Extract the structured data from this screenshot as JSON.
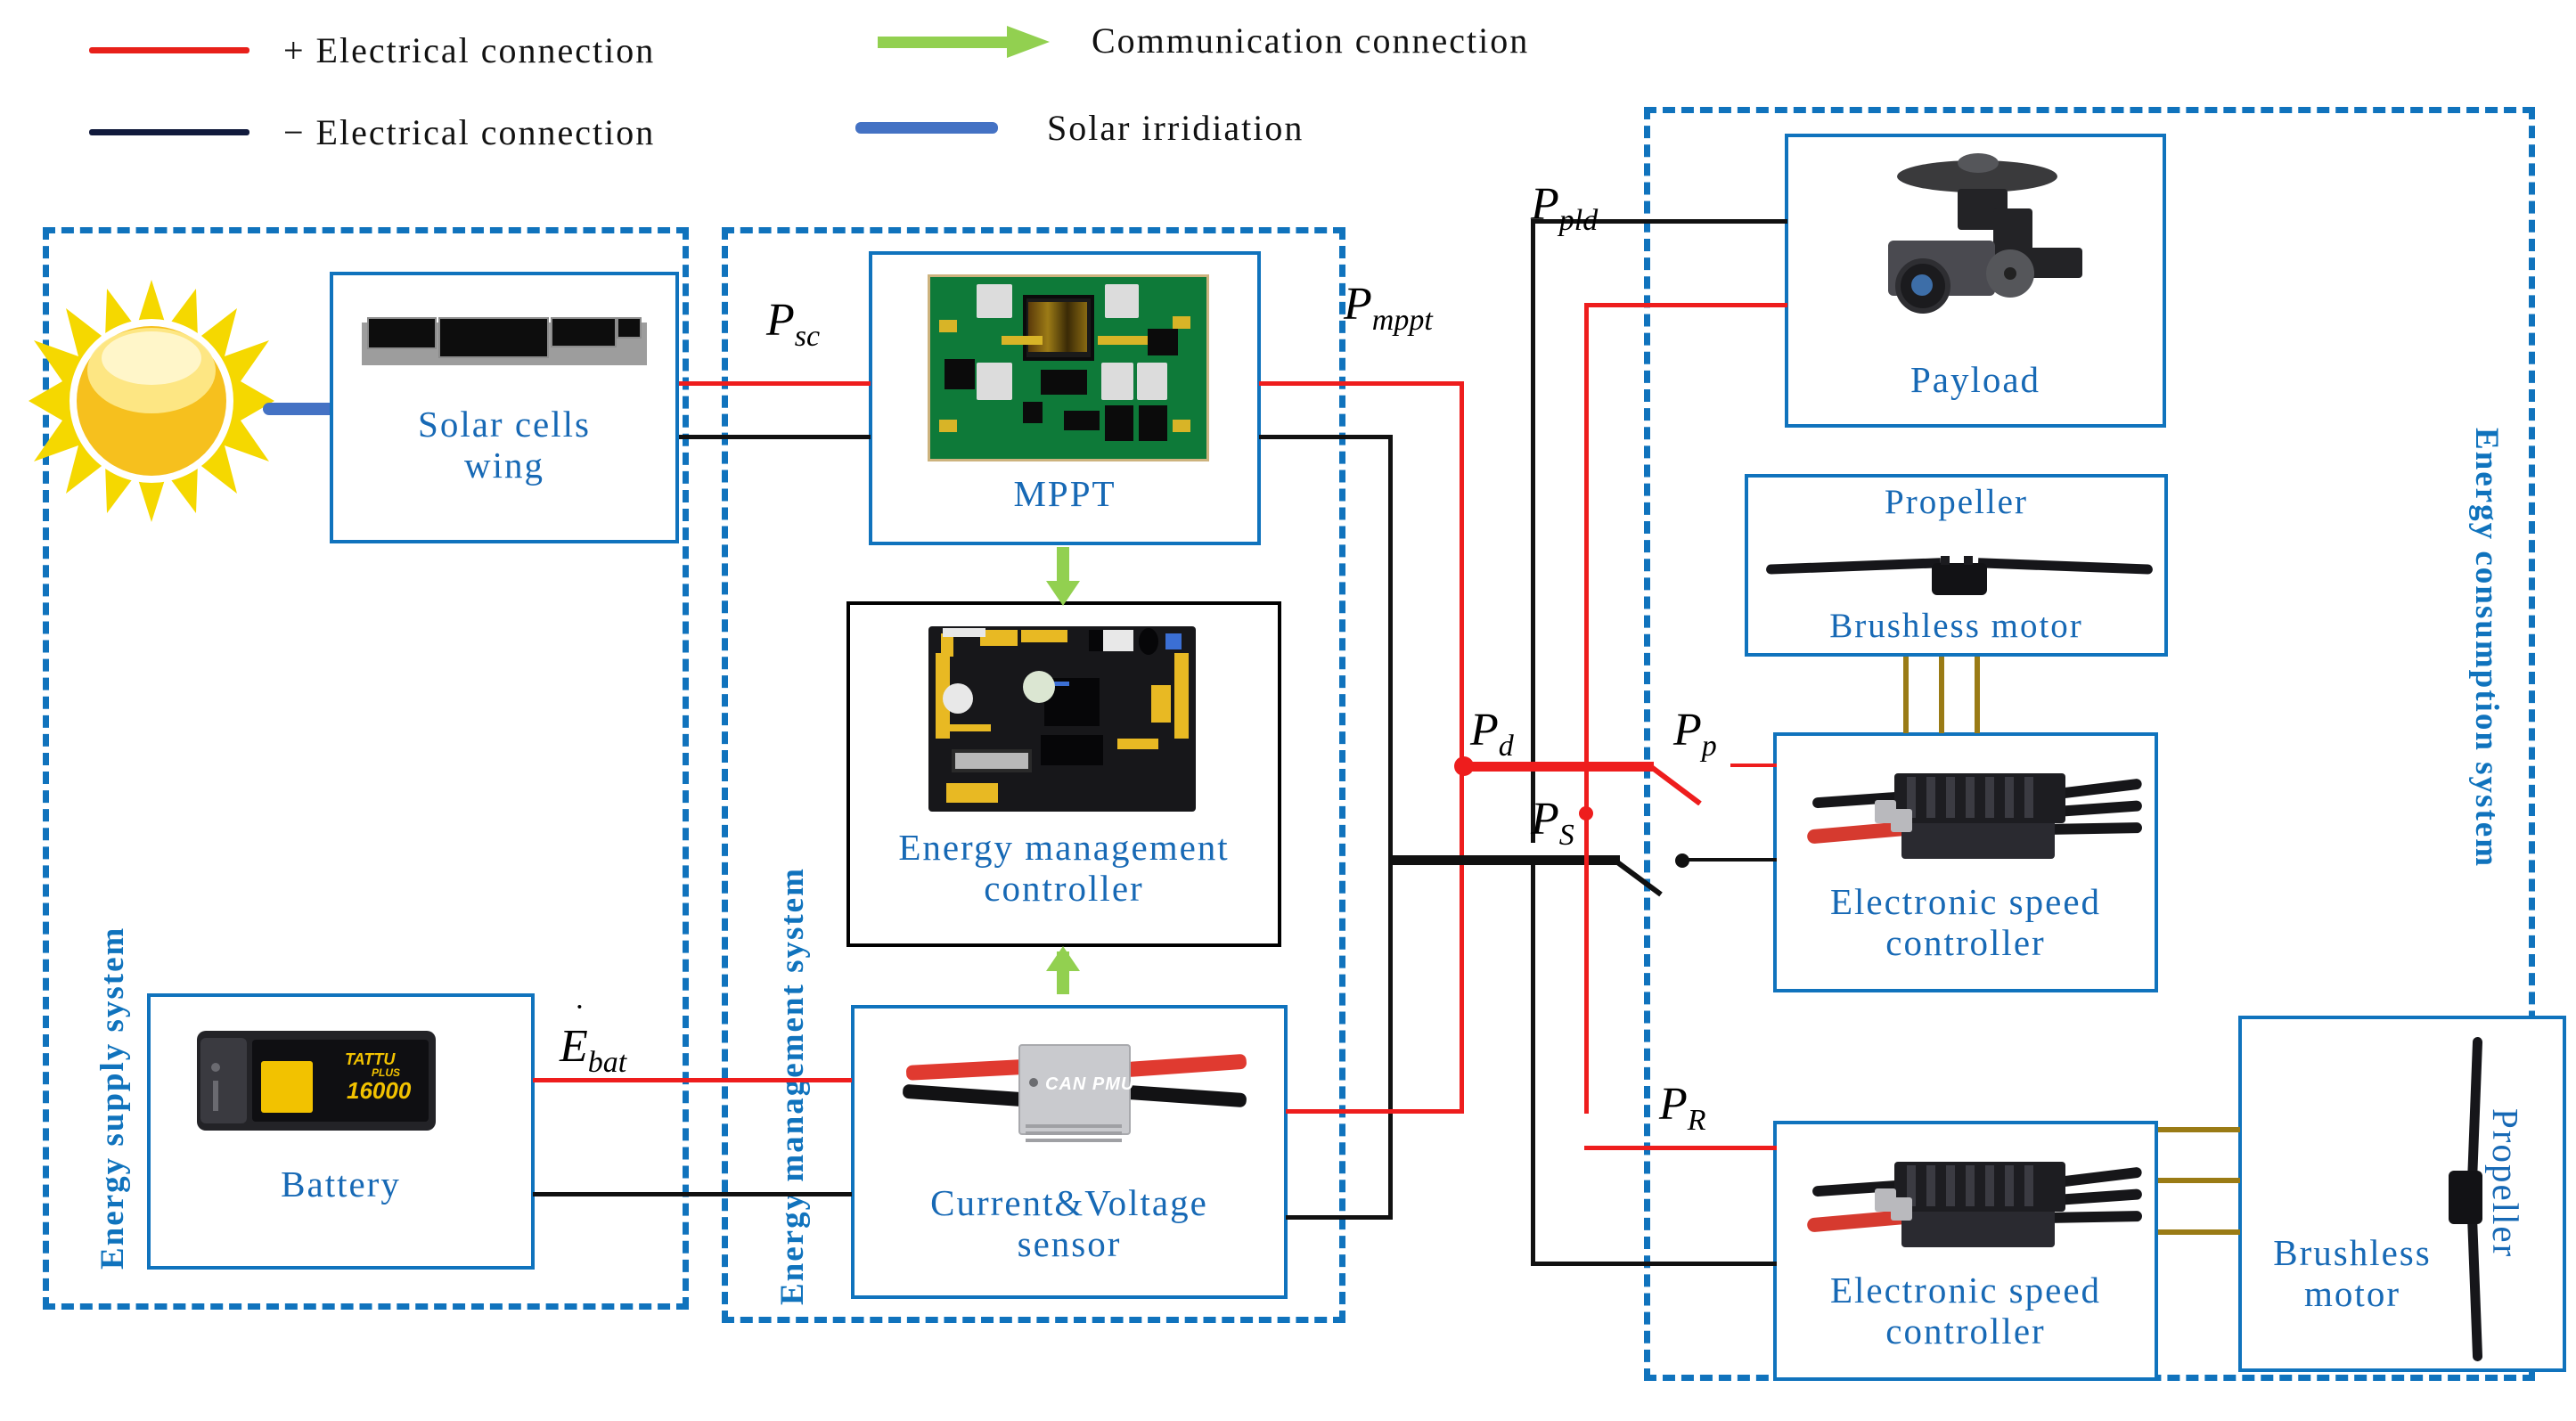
{
  "legend": {
    "items": [
      {
        "icon": "red-line-icon",
        "label": "+ Electrical connection"
      },
      {
        "icon": "green-arrow-icon",
        "label": "Communication connection"
      },
      {
        "icon": "black-line-icon",
        "label": "− Electrical connection"
      },
      {
        "icon": "blue-line-icon",
        "label": "Solar irridiation"
      }
    ]
  },
  "systems": {
    "supply": "Energy supply system",
    "management": "Energy management system",
    "consumption": "Energy consumption system"
  },
  "components": {
    "solar_cells_wing": "Solar cells\nwing",
    "mppt": "MPPT",
    "energy_management_controller": "Energy management\ncontroller",
    "battery": "Battery",
    "current_voltage_sensor": "Current&Voltage\nsensor",
    "payload": "Payload",
    "propeller_top": "Propeller",
    "brushless_motor_top": "Brushless motor",
    "esc_upper": "Electronic speed\ncontroller",
    "esc_lower": "Electronic speed\ncontroller",
    "brushless_motor_bottom": "Brushless\nmotor",
    "propeller_bottom": "Propeller"
  },
  "power_labels": {
    "p_sc": {
      "base": "P",
      "sub": "sc",
      "dot": false
    },
    "p_mppt": {
      "base": "P",
      "sub": "mppt",
      "dot": false
    },
    "p_pld": {
      "base": "P",
      "sub": "pld",
      "dot": false
    },
    "e_bat": {
      "base": "E",
      "sub": "bat",
      "dot": true
    },
    "p_d": {
      "base": "P",
      "sub": "d",
      "dot": false
    },
    "p_s": {
      "base": "P",
      "sub": "S",
      "dot": false
    },
    "p_p": {
      "base": "P",
      "sub": "p",
      "dot": false
    },
    "p_r": {
      "base": "P",
      "sub": "R",
      "dot": false
    }
  },
  "device_text": {
    "pmu_label": "CAN PMU",
    "battery_capacity": "16000",
    "battery_brand": "TATTU",
    "battery_series": "PLUS"
  },
  "colors": {
    "positive_wire": "#ee1d1d",
    "negative_wire": "#111111",
    "communication": "#92d050",
    "solar_irradiation": "#4472c4",
    "system_boundary": "#1073bd",
    "component_border": "#1073bd",
    "caption_text": "#1769b5"
  }
}
